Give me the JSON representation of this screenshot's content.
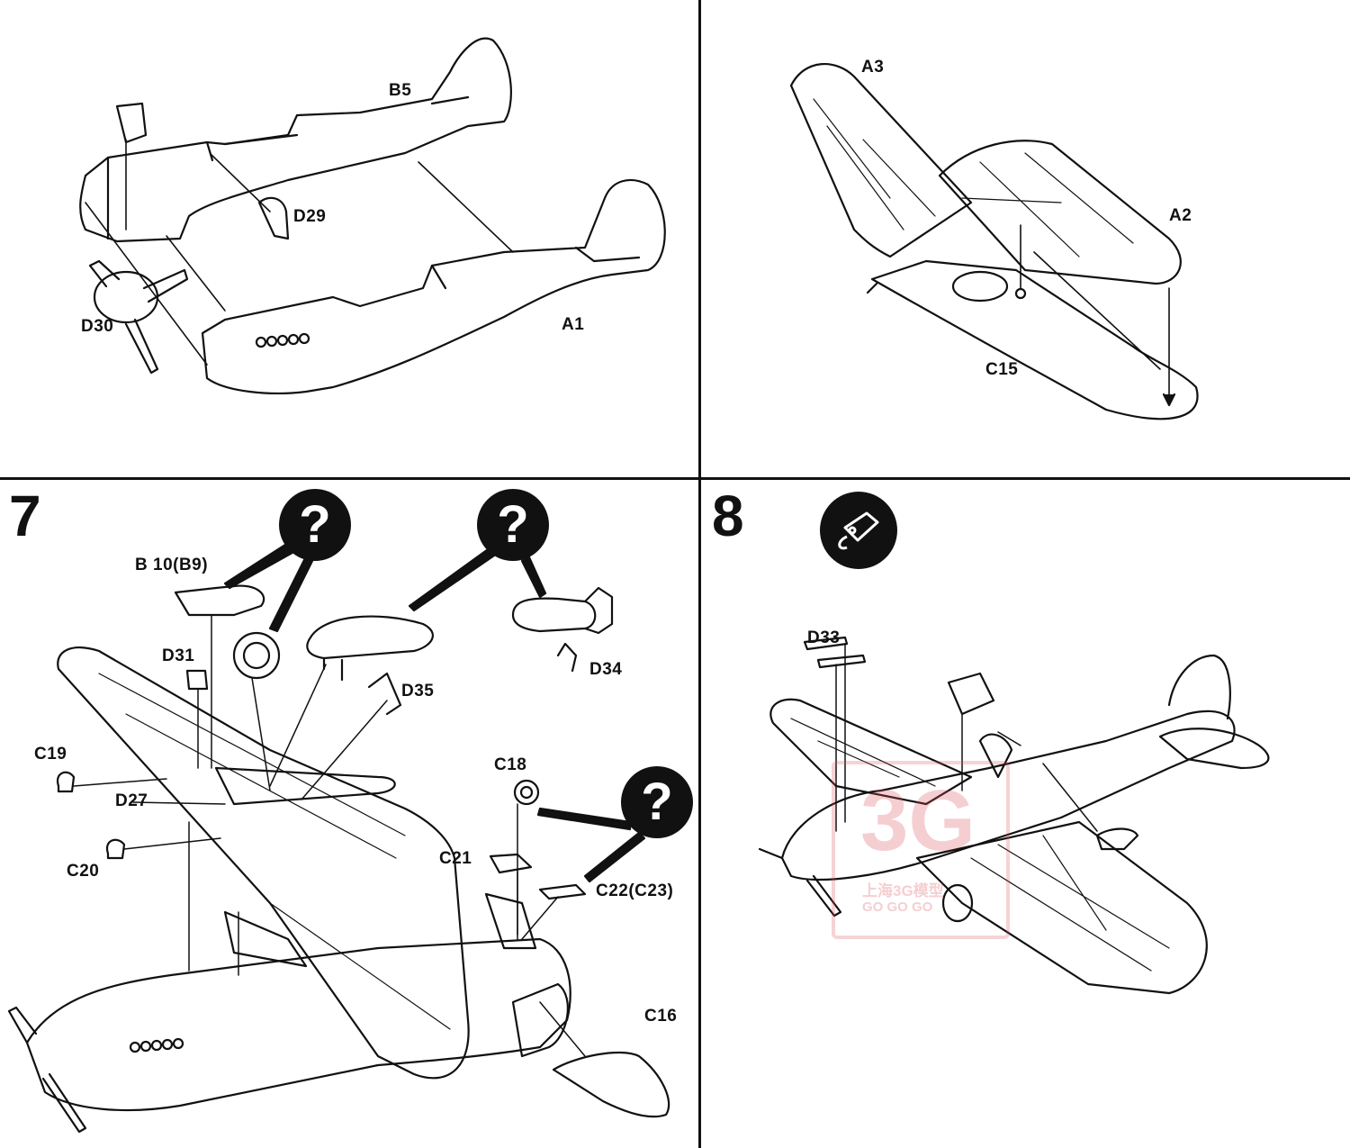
{
  "steps": {
    "step7": {
      "number": "7"
    },
    "step8": {
      "number": "8"
    }
  },
  "badges": {
    "question_glyph": "?",
    "question_icon": "question-mark-icon",
    "decal_icon": "decal-tag-icon"
  },
  "parts": {
    "b5": "B5",
    "d29": "D29",
    "d30": "D30",
    "a1": "A1",
    "a3": "A3",
    "a2": "A2",
    "c15": "C15",
    "b10": "B 10(B9)",
    "d31": "D31",
    "c19": "C19",
    "d27": "D27",
    "c20": "C20",
    "d35": "D35",
    "d34": "D34",
    "c18": "C18",
    "c21": "C21",
    "c22": "C22(C23)",
    "c16": "C16",
    "d33": "D33"
  },
  "watermark": {
    "logo": "3G",
    "line1": "上海3G模型",
    "line2": "GO GO GO"
  },
  "colors": {
    "ink": "#111111",
    "paper": "#ffffff",
    "watermark": "#dc505a"
  }
}
